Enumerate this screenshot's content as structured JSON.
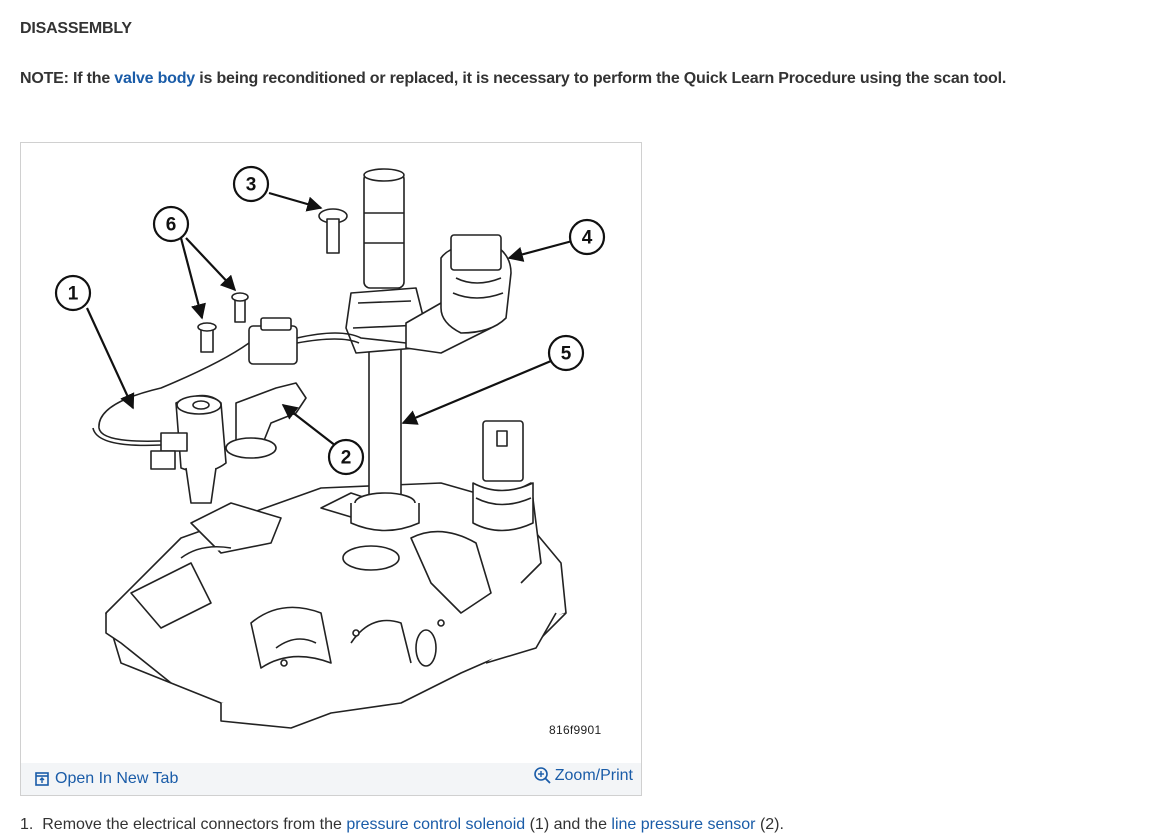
{
  "heading": "DISASSEMBLY",
  "note": {
    "prefix": "NOTE: If the ",
    "link": "valve body",
    "suffix": " is being reconditioned or replaced, it is necessary to perform the Quick Learn Procedure using the scan tool."
  },
  "figure": {
    "callouts": [
      "1",
      "2",
      "3",
      "4",
      "5",
      "6"
    ],
    "figure_id": "816f9901",
    "open_tab_label": "Open In New Tab",
    "zoom_label": "Zoom/Print",
    "icons": {
      "open_tab": "open-in-new-tab-icon",
      "zoom": "zoom-in-icon"
    }
  },
  "step": {
    "number": "1.",
    "text_a": "Remove the electrical connectors from the ",
    "link_a": "pressure control solenoid",
    "text_b": " (1) and the ",
    "link_b": "line pressure sensor",
    "text_c": " (2)."
  },
  "colors": {
    "link": "#1a5ca8",
    "text": "#333333",
    "caption_bar": "#f3f5f7"
  }
}
